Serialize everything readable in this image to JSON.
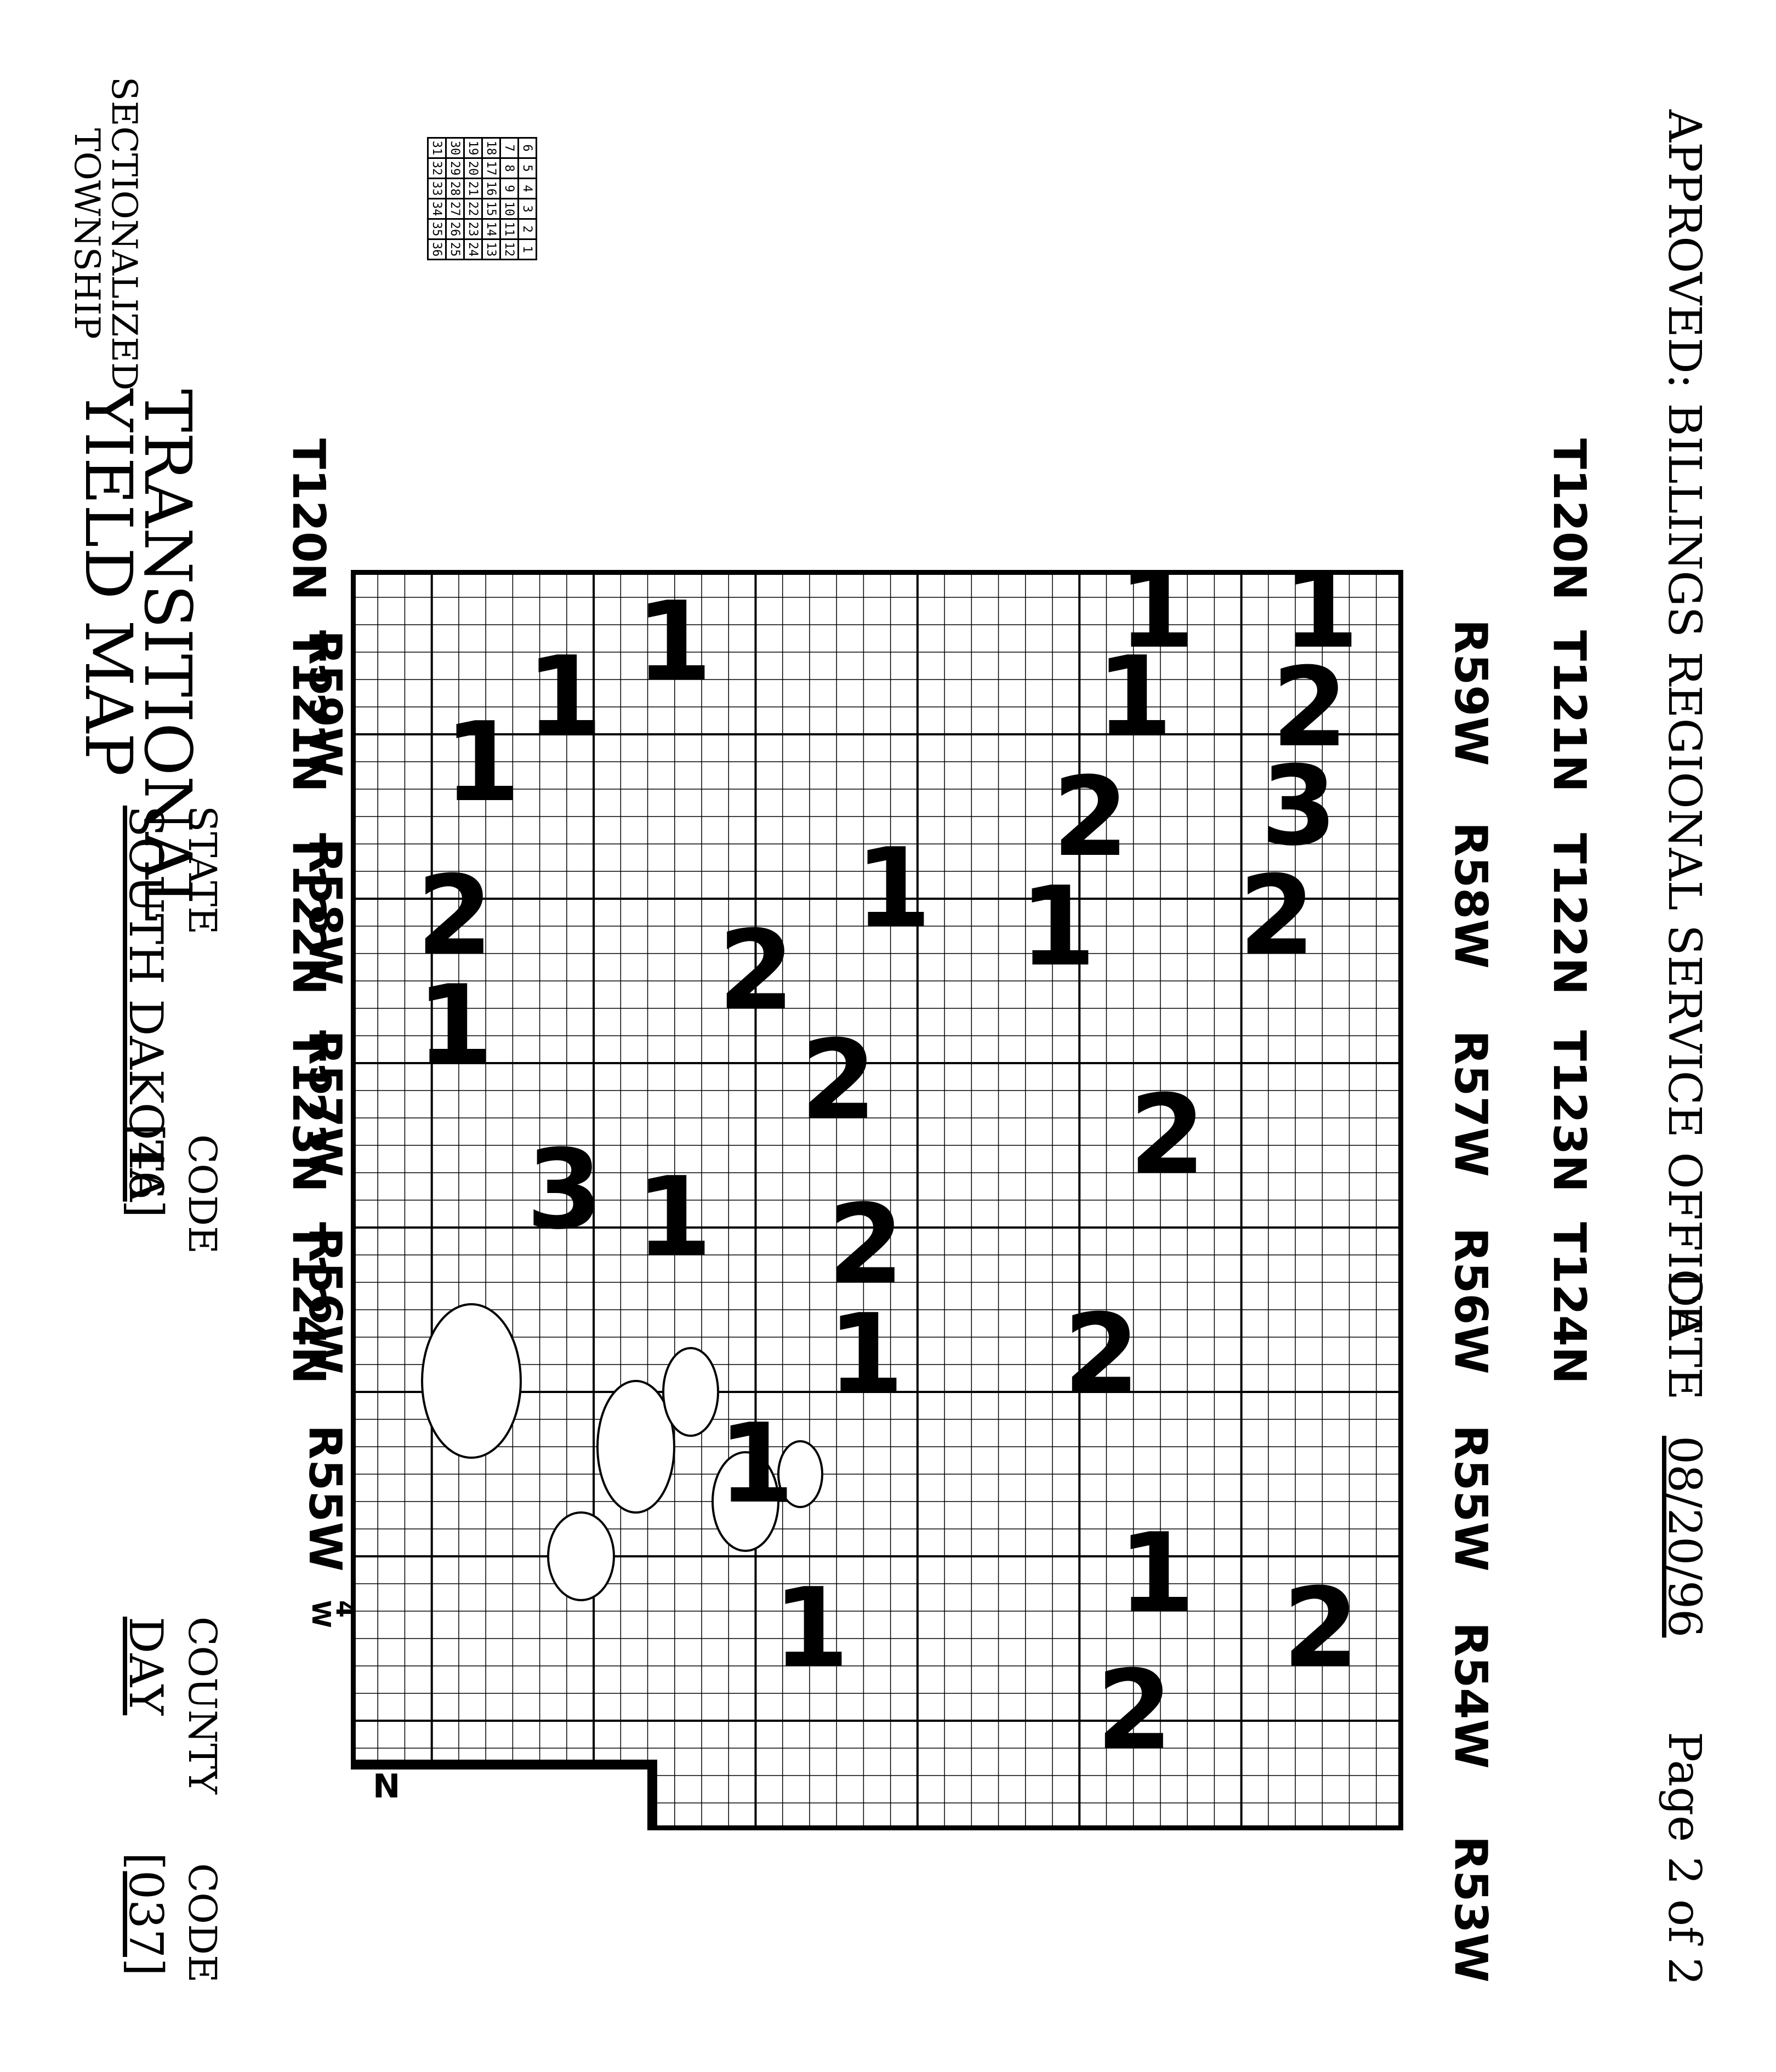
{
  "title": {
    "line1": "TRANSITIONAL",
    "line2": "YIELD MAP"
  },
  "state": {
    "name": "SOUTH DAKOTA",
    "code": "[46]",
    "label": "STATE",
    "code_label": "CODE"
  },
  "county": {
    "name": "DAY",
    "code": "[037]",
    "label": "COUNTY",
    "code_label": "CODE"
  },
  "legend": {
    "line1": "SECTIONALIZED",
    "line2": "TOWNSHIP",
    "sections": [
      [
        6,
        5,
        4,
        3,
        2,
        1
      ],
      [
        7,
        8,
        9,
        10,
        11,
        12
      ],
      [
        18,
        17,
        16,
        15,
        14,
        13
      ],
      [
        19,
        20,
        21,
        22,
        23,
        24
      ],
      [
        30,
        29,
        28,
        27,
        26,
        25
      ],
      [
        31,
        32,
        33,
        34,
        35,
        36
      ]
    ]
  },
  "townships_left": [
    "T120N",
    "T121N",
    "T122N",
    "T123N",
    "T124N"
  ],
  "townships_right": [
    "T120N",
    "T121N",
    "T122N",
    "T123N",
    "T124N"
  ],
  "ranges_top": [
    "R59W",
    "R58W",
    "R57W",
    "R56W",
    "R55W",
    "R53W"
  ],
  "ranges_bottom": [
    "R59W",
    "R58W",
    "R57W",
    "R56W",
    "R55W",
    "R54W",
    "R53W"
  ],
  "range_r54": {
    "r": "R",
    "n5": "5",
    "n4": "4",
    "w": "W"
  },
  "approved": "APPROVED: BILLINGS REGIONAL SERVICE OFFICE",
  "date_label": "DATE",
  "date_value": "08/20/96",
  "page": "Page 2 of 2",
  "north": "N",
  "zone_numbers": [
    "1",
    "2",
    "3",
    "2",
    "1",
    "1",
    "2",
    "1",
    "2",
    "2",
    "2",
    "1",
    "2",
    "1",
    "1",
    "1",
    "2",
    "1",
    "3",
    "1",
    "2",
    "1",
    "1",
    "1",
    "2",
    "2",
    "1"
  ]
}
